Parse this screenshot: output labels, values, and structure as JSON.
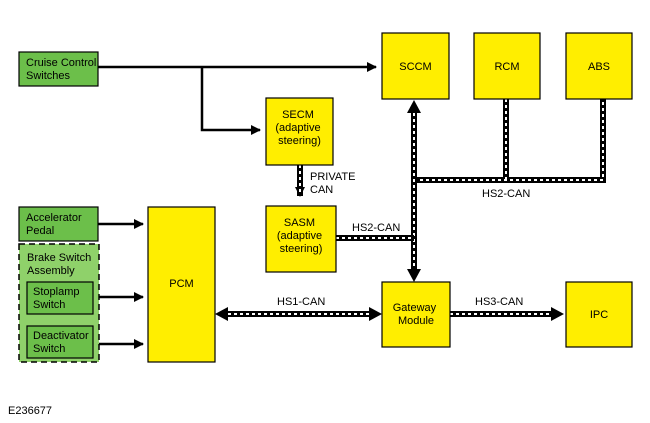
{
  "colors": {
    "module_fill": "#ffee00",
    "input_fill": "#6cbf4a",
    "group_fill": "#8fd16a",
    "line": "#000000",
    "bus_dash": "#ffffff"
  },
  "boxes": {
    "cruise_control": [
      "Cruise Control",
      "Switches"
    ],
    "sccm": [
      "SCCM"
    ],
    "rcm": [
      "RCM"
    ],
    "abs": [
      "ABS"
    ],
    "secm": [
      "SECM",
      "(adaptive",
      "steering)"
    ],
    "sasm": [
      "SASM",
      "(adaptive",
      "steering)"
    ],
    "accelerator": [
      "Accelerator",
      "Pedal"
    ],
    "brake_group": [
      "Brake Switch",
      "Assembly"
    ],
    "stoplamp": [
      "Stoplamp",
      "Switch"
    ],
    "deactivator": [
      "Deactivator",
      "Switch"
    ],
    "pcm": [
      "PCM"
    ],
    "gateway": [
      "Gateway",
      "Module"
    ],
    "ipc": [
      "IPC"
    ]
  },
  "labels": {
    "private_can": [
      "PRIVATE",
      "CAN"
    ],
    "hs2_can_upper": "HS2-CAN",
    "hs2_can_lower": "HS2-CAN",
    "hs1_can": "HS1-CAN",
    "hs3_can": "HS3-CAN"
  },
  "figure_ref": "E236677"
}
